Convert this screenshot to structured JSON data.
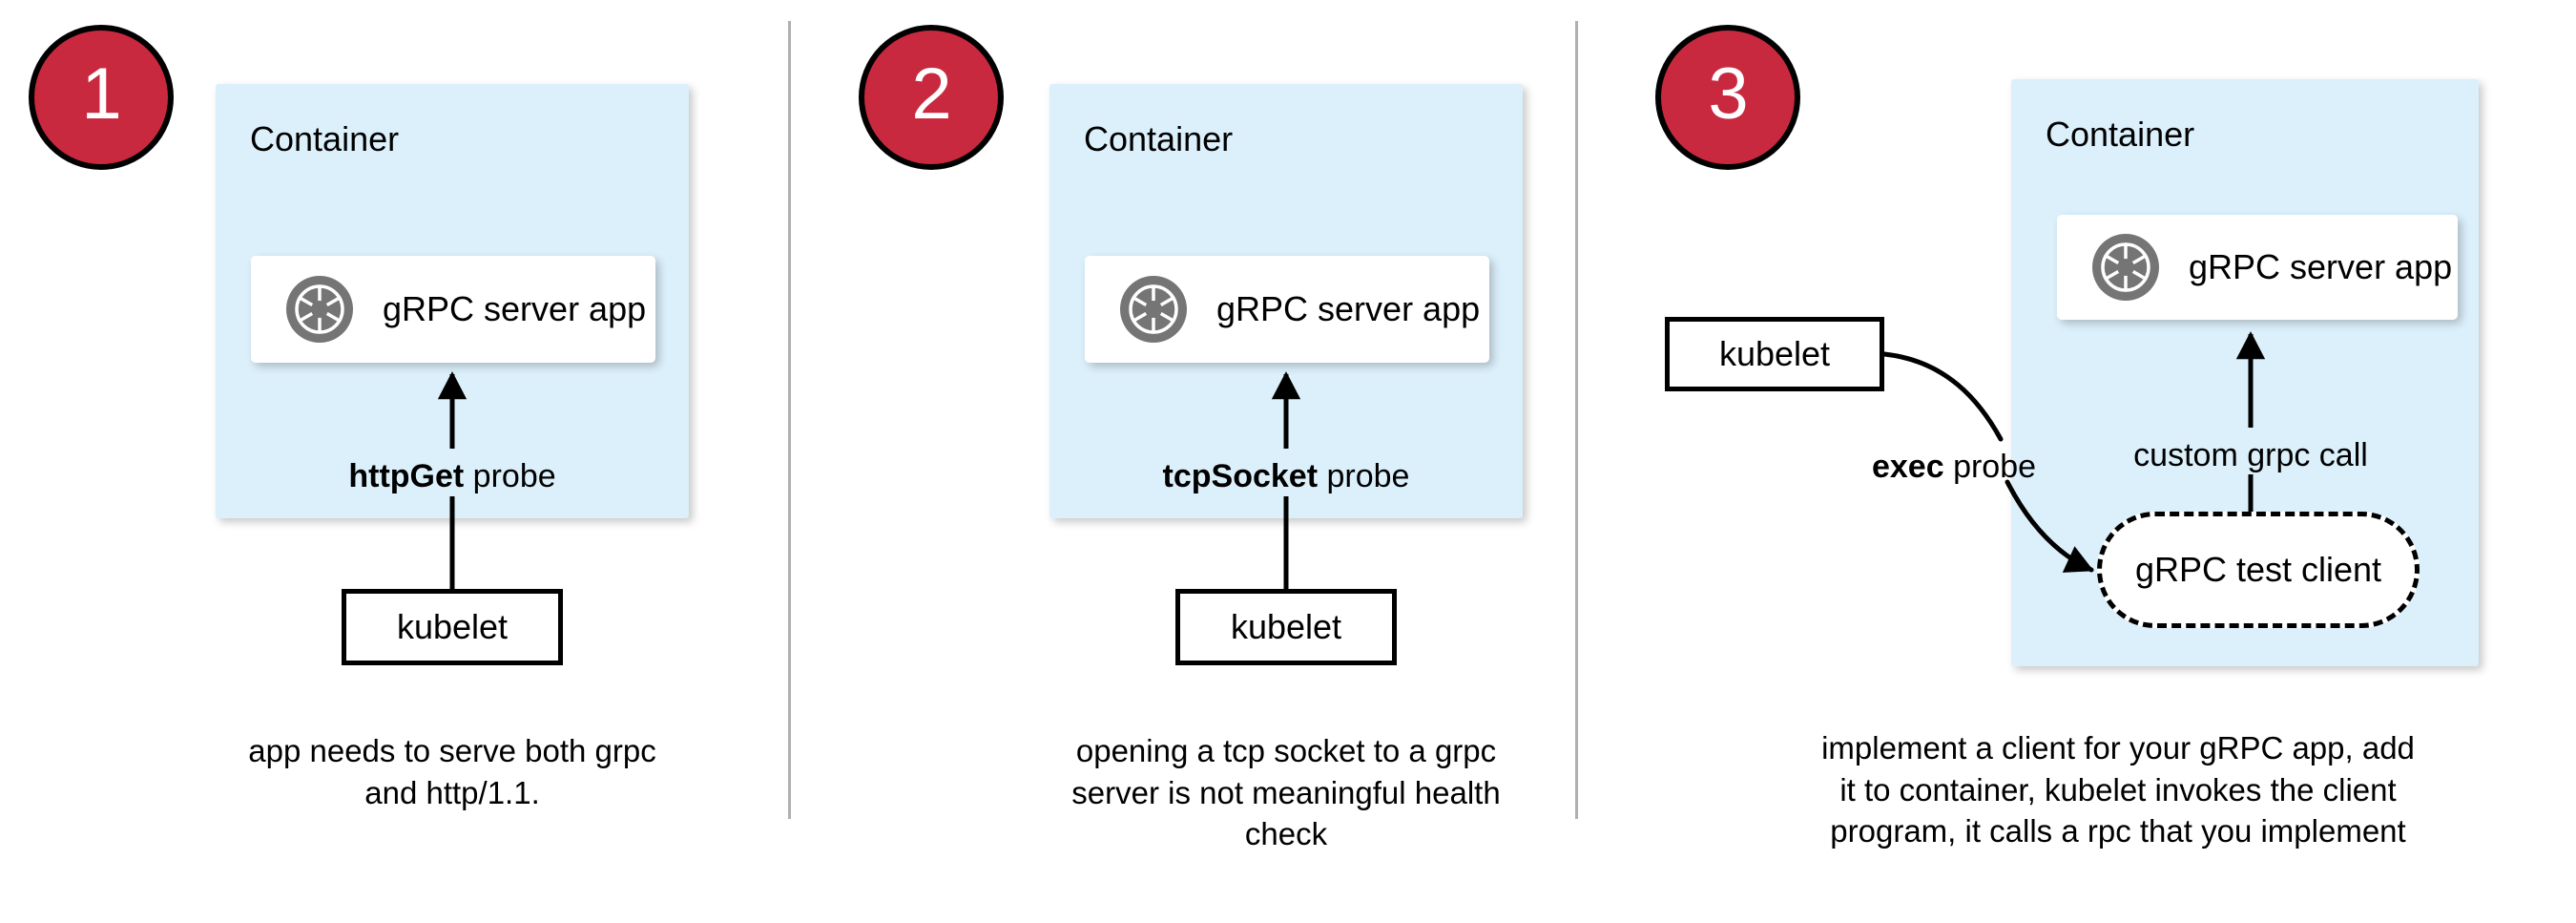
{
  "diagram": {
    "title": "Kubernetes gRPC health probe approaches",
    "colors": {
      "badge_fill": "#c9293e",
      "badge_text": "#ffffff",
      "badge_border": "#000000",
      "container_fill": "#dcf0fb",
      "card_fill": "#ffffff",
      "stroke": "#000000",
      "divider": "#b0b0b0",
      "grpc_icon": "#757575"
    },
    "panels": [
      {
        "number": "1",
        "container_label": "Container",
        "app_label": "gRPC server app",
        "app_icon": "grpc-logo-icon",
        "probe_label_bold": "httpGet",
        "probe_label_rest": " probe",
        "kubelet_label": "kubelet",
        "caption": "app needs to serve both grpc and http/1.1."
      },
      {
        "number": "2",
        "container_label": "Container",
        "app_label": "gRPC server app",
        "app_icon": "grpc-logo-icon",
        "probe_label_bold": "tcpSocket",
        "probe_label_rest": " probe",
        "kubelet_label": "kubelet",
        "caption": "opening a tcp socket to a grpc server is not meaningful health check"
      },
      {
        "number": "3",
        "container_label": "Container",
        "app_label": "gRPC server app",
        "app_icon": "grpc-logo-icon",
        "probe_label_bold": "exec",
        "probe_label_rest": " probe",
        "kubelet_label": "kubelet",
        "test_client_label": "gRPC test client",
        "inner_call_label": "custom grpc call",
        "caption": "implement a client for your gRPC app, add it to container, kubelet invokes the client program, it calls a rpc that you implement"
      }
    ]
  }
}
